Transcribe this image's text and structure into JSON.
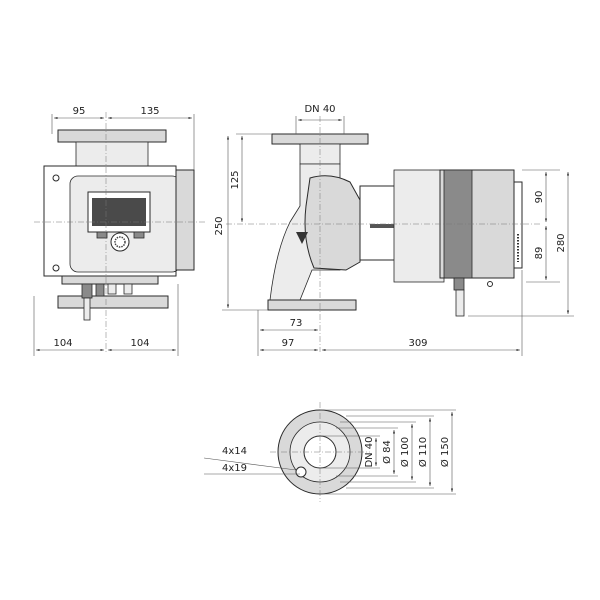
{
  "dimensions": {
    "front_top_left": "95",
    "front_top_right": "135",
    "front_height": "250",
    "front_bottom_left": "104",
    "front_bottom_right": "104",
    "side_flange_dn": "DN 40",
    "side_top_height": "125",
    "side_offset": "73",
    "side_bottom_left": "97",
    "side_length": "309",
    "side_motor_upper": "90",
    "side_motor_lower": "89",
    "side_total_height": "280",
    "flange_bolt_a": "4x14",
    "flange_bolt_b": "4x19",
    "flange_dn": "DN 40",
    "flange_d84": "Ø 84",
    "flange_d100": "Ø 100",
    "flange_d110": "Ø 110",
    "flange_d150": "Ø 150"
  },
  "colors": {
    "line": "#2a2a2a",
    "body_fill": "#d9d9d9",
    "dark_fill": "#8a8a8a"
  }
}
